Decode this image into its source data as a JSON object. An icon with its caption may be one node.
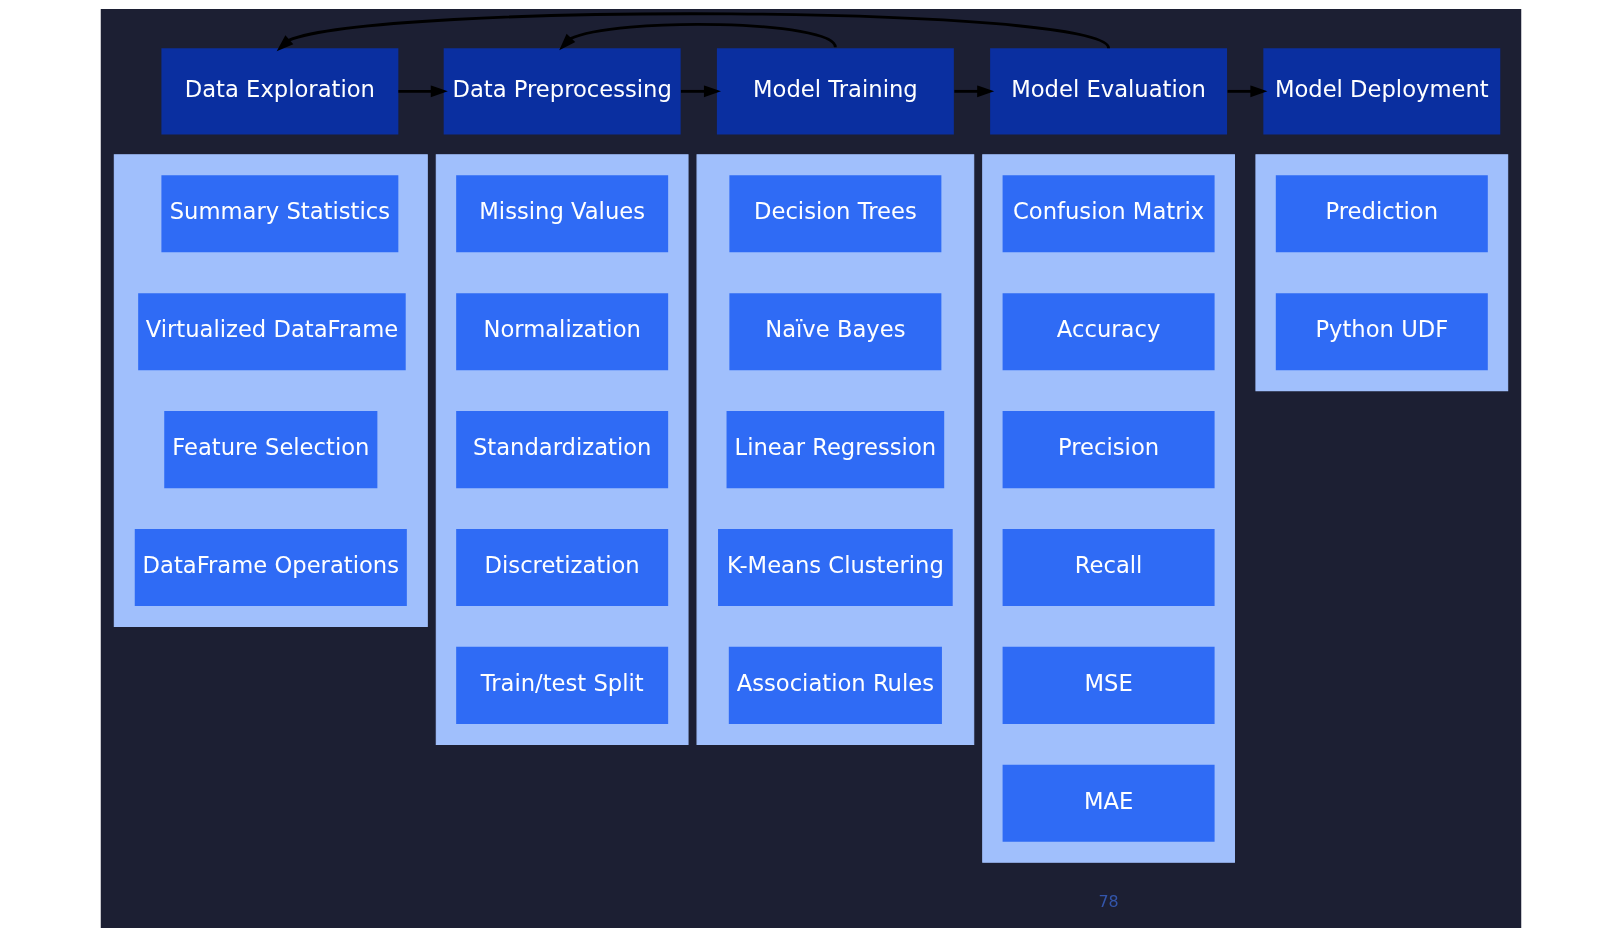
{
  "diagram": {
    "nodes": [
      {
        "text": [
          "Data Exploration"
        ]
      },
      {
        "text": [
          "Data Preprocessing"
        ]
      },
      {
        "text": [
          "Model Training"
        ]
      },
      {
        "text": [
          "Model Evaluation"
        ]
      },
      {
        "text": [
          "Model Deployment"
        ]
      },
      {
        "text": [],
        "shape": "box"
      },
      {
        "text": [
          "Summary Statistics"
        ],
        "in": 5
      },
      {
        "text": [
          "Virtualized DataFrame"
        ],
        "in": 5
      },
      {
        "text": [
          "Feature Selection"
        ],
        "in": 5
      },
      {
        "text": [
          "DataFrame Operations"
        ],
        "in": 5
      },
      {
        "text": [],
        "shape": "box"
      },
      {
        "text": [
          "Missing Values"
        ],
        "in": 10
      },
      {
        "text": [
          "Normalization"
        ],
        "in": 10
      },
      {
        "text": [
          "Standardization"
        ],
        "in": 10
      },
      {
        "text": [
          "Discretization"
        ],
        "in": 10
      },
      {
        "text": [
          "Train/test Split"
        ],
        "in": 10
      },
      {
        "text": [],
        "shape": "box"
      },
      {
        "text": [
          "Decision Trees"
        ],
        "in": 16
      },
      {
        "text": [
          "Naïve Bayes"
        ],
        "in": 16
      },
      {
        "text": [
          "Linear Regression"
        ],
        "in": 16
      },
      {
        "text": [
          "K-Means Clustering"
        ],
        "in": 16
      },
      {
        "text": [
          "Association Rules"
        ],
        "in": 16
      },
      {
        "text": [],
        "shape": "box"
      },
      {
        "text": [
          "Confusion Matrix"
        ],
        "in": 22
      },
      {
        "text": [
          "Accuracy"
        ],
        "in": 22
      },
      {
        "text": [
          "Precision"
        ],
        "in": 22
      },
      {
        "text": [
          "Recall"
        ],
        "in": 22
      },
      {
        "text": [
          "MSE"
        ],
        "in": 22
      },
      {
        "text": [
          "MAE"
        ],
        "in": 22
      },
      {
        "text": [],
        "shape": "box"
      },
      {
        "text": [
          "Prediction"
        ],
        "in": 29
      },
      {
        "text": [
          "Python UDF"
        ],
        "in": 29
      }
    ],
    "edges": [
      {
        "from": 0,
        "to": 1,
        "arrow": "to"
      },
      {
        "from": 1,
        "to": 2,
        "arrow": "to"
      },
      {
        "from": 2,
        "to": 3,
        "arrow": "to"
      },
      {
        "from": 3,
        "to": 4,
        "arrow": "to"
      },
      {
        "from": 3,
        "to": 0,
        "arrow": "to"
      },
      {
        "from": 2,
        "to": 1,
        "arrow": "to"
      }
    ],
    "labels": [
      "78"
    ]
  }
}
